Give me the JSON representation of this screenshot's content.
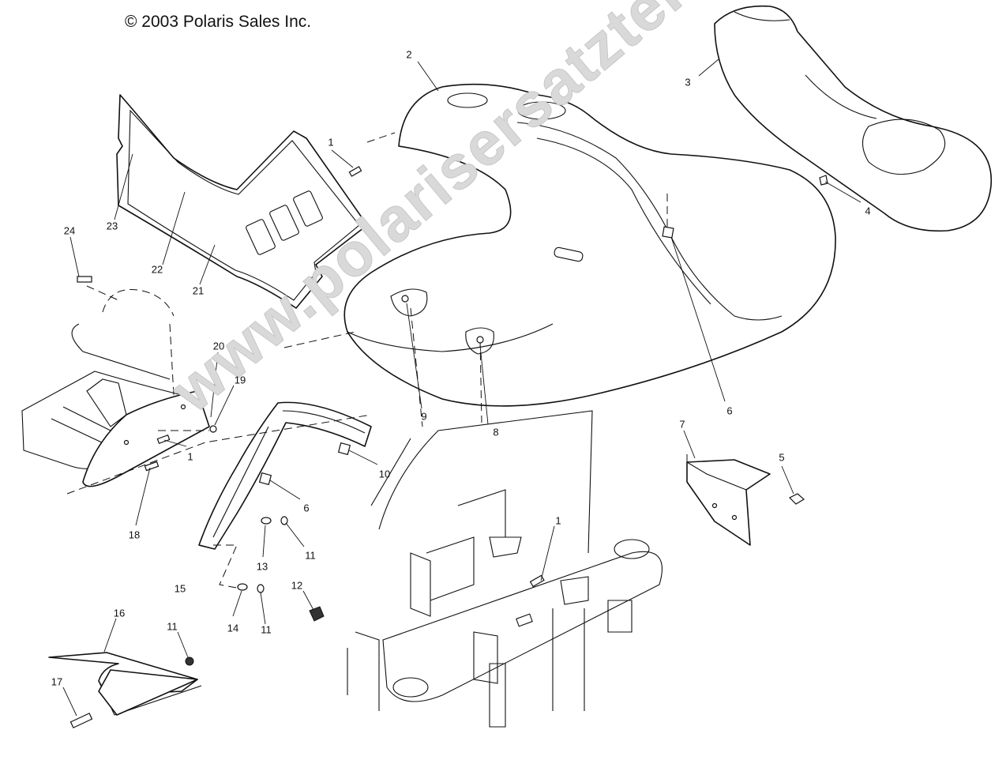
{
  "copyright": "© 2003 Polaris Sales Inc.",
  "watermark": "www.polarisersatzteile.de",
  "callouts": [
    {
      "id": "c1a",
      "text": "1"
    },
    {
      "id": "c2",
      "text": "2"
    },
    {
      "id": "c3",
      "text": "3"
    },
    {
      "id": "c4",
      "text": "4"
    },
    {
      "id": "c5",
      "text": "5"
    },
    {
      "id": "c6a",
      "text": "6"
    },
    {
      "id": "c7",
      "text": "7"
    },
    {
      "id": "c8",
      "text": "8"
    },
    {
      "id": "c9",
      "text": "9"
    },
    {
      "id": "c10",
      "text": "10"
    },
    {
      "id": "c6b",
      "text": "6"
    },
    {
      "id": "c1b",
      "text": "1"
    },
    {
      "id": "c1c",
      "text": "1"
    },
    {
      "id": "c11a",
      "text": "11"
    },
    {
      "id": "c13",
      "text": "13"
    },
    {
      "id": "c12",
      "text": "12"
    },
    {
      "id": "c15",
      "text": "15"
    },
    {
      "id": "c14",
      "text": "14"
    },
    {
      "id": "c11b",
      "text": "11"
    },
    {
      "id": "c11c",
      "text": "11"
    },
    {
      "id": "c16",
      "text": "16"
    },
    {
      "id": "c17",
      "text": "17"
    },
    {
      "id": "c18",
      "text": "18"
    },
    {
      "id": "c19",
      "text": "19"
    },
    {
      "id": "c20",
      "text": "20"
    },
    {
      "id": "c21",
      "text": "21"
    },
    {
      "id": "c22",
      "text": "22"
    },
    {
      "id": "c23",
      "text": "23"
    },
    {
      "id": "c24",
      "text": "24"
    }
  ]
}
